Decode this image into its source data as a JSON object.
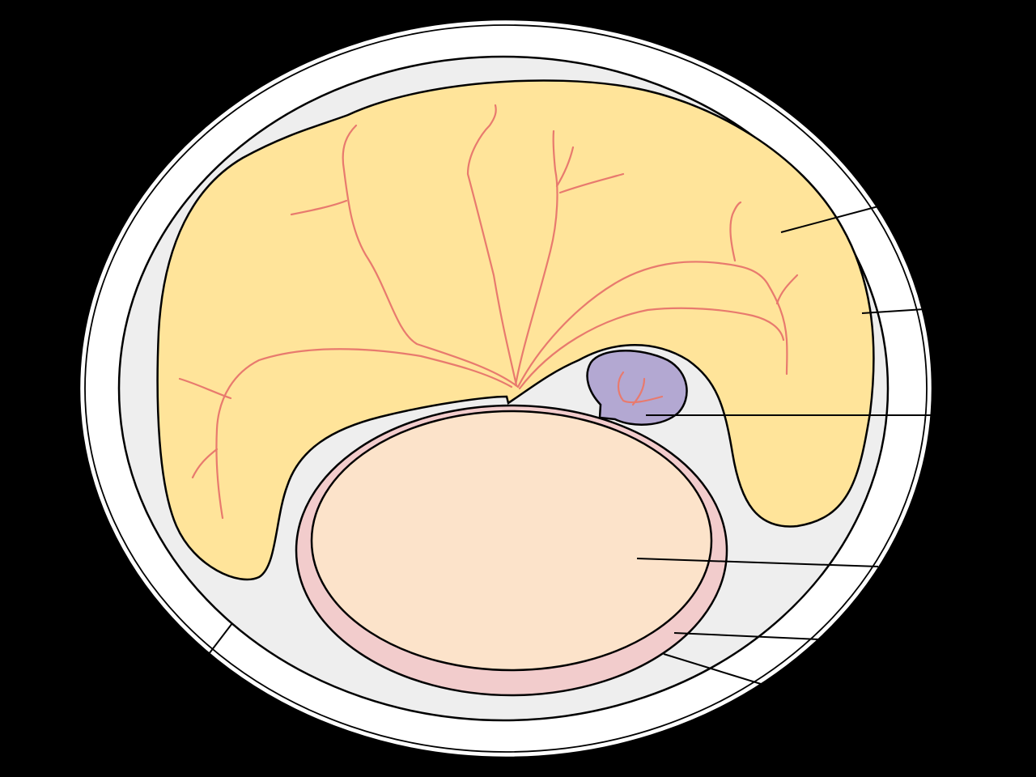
{
  "diagram": {
    "kind": "anatomical cross-section",
    "labels_printed": false,
    "colors": {
      "background": "#000000",
      "outer_wall": "#ffffff",
      "cavity": "#eeeeee",
      "placenta": "#ffe49a",
      "chorionic_vessels": "#e87a6e",
      "yolk_sac": "#b3a8d2",
      "amnion": "#f2cccc",
      "amniotic_cavity": "#fce3ca",
      "outline": "#000000",
      "leader_line": "#000000"
    },
    "parts": [
      {
        "id": "outer-wall",
        "color": "#ffffff"
      },
      {
        "id": "cavity",
        "color": "#eeeeee"
      },
      {
        "id": "placenta",
        "color": "#ffe49a"
      },
      {
        "id": "yolk-sac",
        "color": "#b3a8d2"
      },
      {
        "id": "amnion",
        "color": "#f2cccc"
      },
      {
        "id": "amniotic-cavity",
        "color": "#fce3ca"
      }
    ],
    "leader_lines_count": 7
  }
}
